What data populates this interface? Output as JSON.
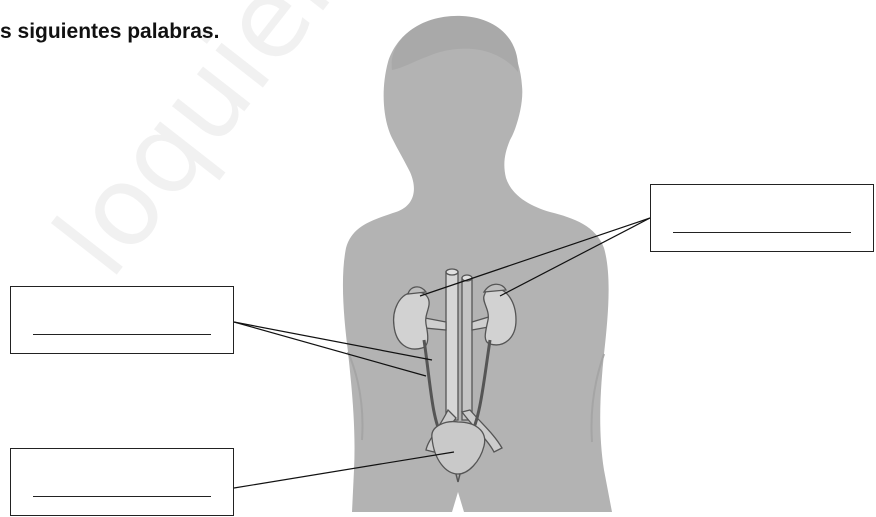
{
  "instruction": {
    "text": "s siguientes palabras."
  },
  "watermark": {
    "text": "loquieroaprobar"
  },
  "label_boxes": [
    {
      "id": "box-right",
      "value": "",
      "points_to": "kidneys"
    },
    {
      "id": "box-left-top",
      "value": "",
      "points_to": "ureters"
    },
    {
      "id": "box-left-bottom",
      "value": "",
      "points_to": "bladder"
    }
  ],
  "colors": {
    "silhouette": "#b3b3b3",
    "organ": "#cfcfcf",
    "organ_stroke": "#555555",
    "leader_line": "#111111"
  }
}
